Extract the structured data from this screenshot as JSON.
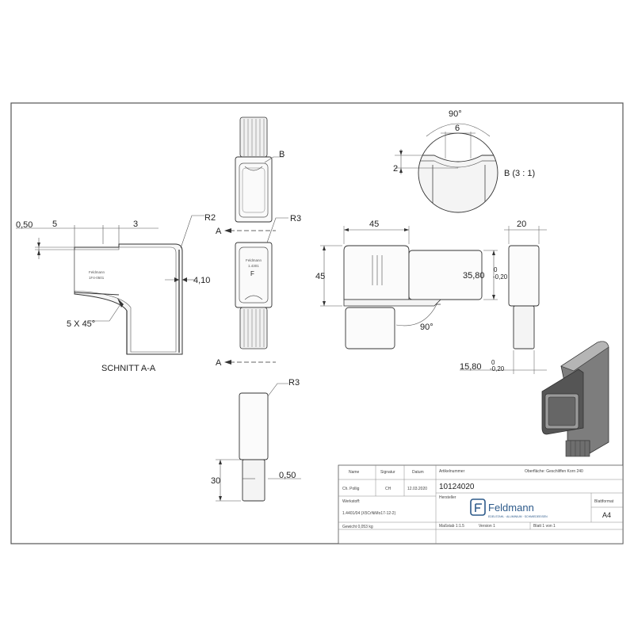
{
  "section_view": {
    "dim_wall": "0,50",
    "dim_left": "5",
    "dim_right": "3",
    "radius_outer": "R2",
    "dim_wall_right": "4,10",
    "chamfer": "5 X 45°",
    "label": "SCHNITT A-A",
    "stamp_line1": "Feldmann",
    "stamp_line2": "1F4-0501"
  },
  "side_view": {
    "detail_marker": "B",
    "radius": "R3",
    "section_marker_top": "A",
    "section_marker_bottom": "A",
    "stamp_line1": "Feldmann",
    "stamp_line2": "1.4301",
    "stamp_logo": "F"
  },
  "detail_b": {
    "angle": "90°",
    "width": "6",
    "depth": "2",
    "label": "B (3 : 1)"
  },
  "front_view": {
    "width": "45",
    "height": "45",
    "tube_height": "35,80",
    "tube_height_tol_upper": "0",
    "tube_height_tol_lower": "-0,20",
    "angle": "90°"
  },
  "end_view": {
    "width": "20",
    "plug_width": "15,80",
    "plug_tol_upper": "0",
    "plug_tol_lower": "-0,20"
  },
  "bottom_view": {
    "radius": "R3",
    "length": "30",
    "wall": "0,50"
  },
  "title_block": {
    "col_name": "Name",
    "col_signature": "Signatur",
    "col_date": "Datum",
    "row_author": "Ch. Pollig",
    "row_signature": "CH",
    "row_date": "12.03.2020",
    "material_label": "Werkstoff:",
    "material_value": "1.4401/04 (X5CrNiMo17-12-2)",
    "weight": "Gewicht 0,053 kg",
    "article_label": "Artikelnummer",
    "article_number": "10124020",
    "manufacturer_label": "Hersteller",
    "surface": "Oberfläche:  Geschliffen Korn 240",
    "company": "Feldmann",
    "company_tagline": "EDELSTAHL · ALUMINIUM · SCHMIEDEEISEN",
    "sheet_format_label": "Blattformat",
    "sheet_format": "A4",
    "scale": "Maßstab 1:1.5",
    "version": "Version 1",
    "sheet_count": "Blatt 1 von 1"
  }
}
